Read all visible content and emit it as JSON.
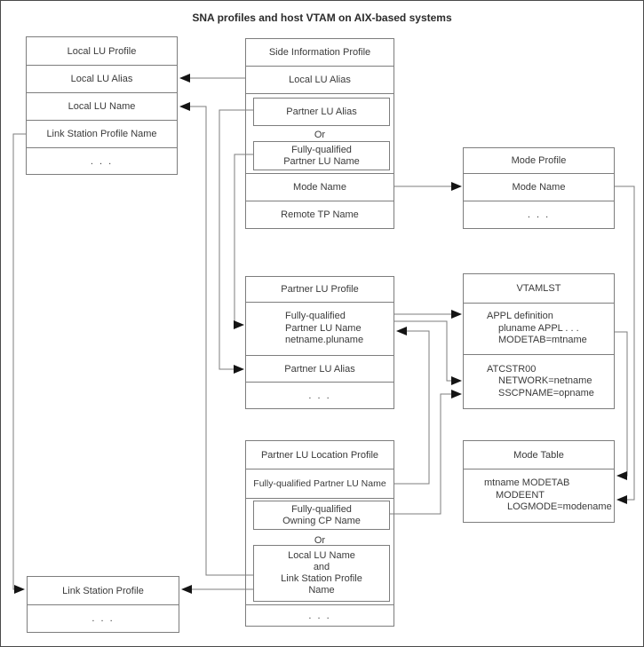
{
  "title": "SNA profiles and host VTAM on AIX-based systems",
  "colors": {
    "line": "#7d7d7d",
    "arrow": "#141414",
    "text": "#3a3a3a"
  },
  "boxes": {
    "local_lu_profile": {
      "title": "Local LU Profile",
      "rows": [
        "Local LU Alias",
        "Local LU Name",
        "Link Station Profile Name"
      ],
      "dots": ". . ."
    },
    "side_information_profile": {
      "title": "Side Information Profile",
      "local_lu_alias": "Local LU Alias",
      "partner_lu_alias": "Partner LU Alias",
      "or": "Or",
      "fq_partner_lu_name": [
        "Fully-qualified",
        "Partner LU Name"
      ],
      "mode_name": "Mode Name",
      "remote_tp_name": "Remote TP Name"
    },
    "mode_profile": {
      "title": "Mode Profile",
      "mode_name": "Mode Name",
      "dots": ". . ."
    },
    "partner_lu_profile": {
      "title": "Partner LU Profile",
      "fq_lines": [
        "Fully-qualified",
        "Partner LU Name",
        "netname.pluname"
      ],
      "partner_lu_alias": "Partner LU Alias",
      "dots": ". . ."
    },
    "vtamlst": {
      "title": "VTAMLST",
      "appl_lines": [
        "APPL definition",
        "pluname APPL . . .",
        "MODETAB=mtname"
      ],
      "atc_lines": [
        "ATCSTR00",
        "NETWORK=netname",
        "SSCPNAME=opname"
      ]
    },
    "partner_lu_location_profile": {
      "title": "Partner LU Location Profile",
      "fq_partner_lu_name": "Fully-qualified Partner LU Name",
      "fq_owning_cp": [
        "Fully-qualified",
        "Owning CP Name"
      ],
      "or": "Or",
      "local_lu_link": [
        "Local LU Name",
        "and",
        "Link Station Profile",
        "Name"
      ],
      "dots": ". . ."
    },
    "mode_table": {
      "title": "Mode Table",
      "lines": [
        "mtname MODETAB",
        "MODEENT",
        "LOGMODE=modename"
      ]
    },
    "link_station_profile": {
      "title": "Link Station Profile",
      "dots": ". . ."
    }
  }
}
